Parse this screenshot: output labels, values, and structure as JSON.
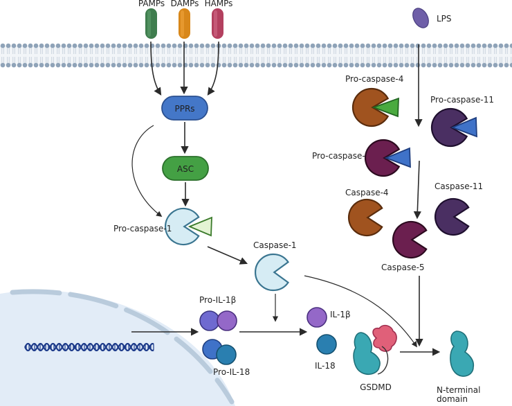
{
  "ligands": {
    "pamps": "PAMPs",
    "damps": "DAMPs",
    "hamps": "HAMPs",
    "lps": "LPS"
  },
  "nodes": {
    "pprs": "PPRs",
    "asc": "ASC",
    "pro_caspase_1": "Pro-caspase-1",
    "caspase_1": "Caspase-1",
    "pro_caspase_4": "Pro-caspase-4",
    "pro_caspase_5": "Pro-caspase-5",
    "pro_caspase_11": "Pro-caspase-11",
    "caspase_4": "Caspase-4",
    "caspase_5": "Caspase-5",
    "caspase_11": "Caspase-11",
    "pro_il_1b": "Pro-IL-1β",
    "pro_il_18": "Pro-IL-18",
    "il_1b": "IL-1β",
    "il_18": "IL-18",
    "gsdmd": "GSDMD",
    "n_terminal_line1": "N-terminal",
    "n_terminal_line2": "domain"
  },
  "colors": {
    "membrane_head": "#8fa3b8",
    "membrane_tail": "#c9d3de",
    "pamps": "#3f7d4e",
    "damps": "#d8871a",
    "hamps": "#b3405f",
    "lps": "#6f5fa8",
    "pprs": "#4477c8",
    "asc": "#44a044",
    "caspase_1": "#d6ecf4",
    "caspase_4": "#a0531f",
    "caspase_5": "#6b1f4f",
    "caspase_11": "#4a2f62",
    "prodomain_green": "#4aaa3f",
    "prodomain_blue": "#3f72c8",
    "prodomain_light": "#e4f3d4",
    "il_1b": "#9468c8",
    "il_1b_pro": "#6f6ad0",
    "il_18": "#2a7fb0",
    "il_18_pro": "#3f72c8",
    "gsdmd_teal": "#3aa8b3",
    "gsdmd_pink": "#e06079",
    "nucleus": "#e2ecf7",
    "dna": "#1d3b8a"
  }
}
